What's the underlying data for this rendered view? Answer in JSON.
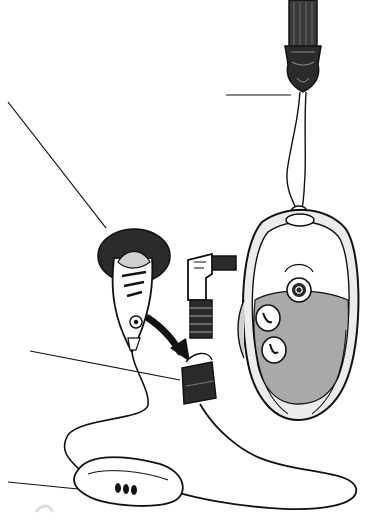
{
  "figure": {
    "background": "#ffffff",
    "ink": "#111111",
    "body_fill": "#d8d8d8",
    "accent_fill": "#a9a9a9",
    "dark_fill": "#2b2b2b",
    "components": [
      "lanyard-strap",
      "lanyard-clip",
      "lanyard-cord",
      "earphone",
      "audio-plug",
      "cable-clip",
      "player-device",
      "inline-remote-control"
    ],
    "callout_count": 4
  }
}
